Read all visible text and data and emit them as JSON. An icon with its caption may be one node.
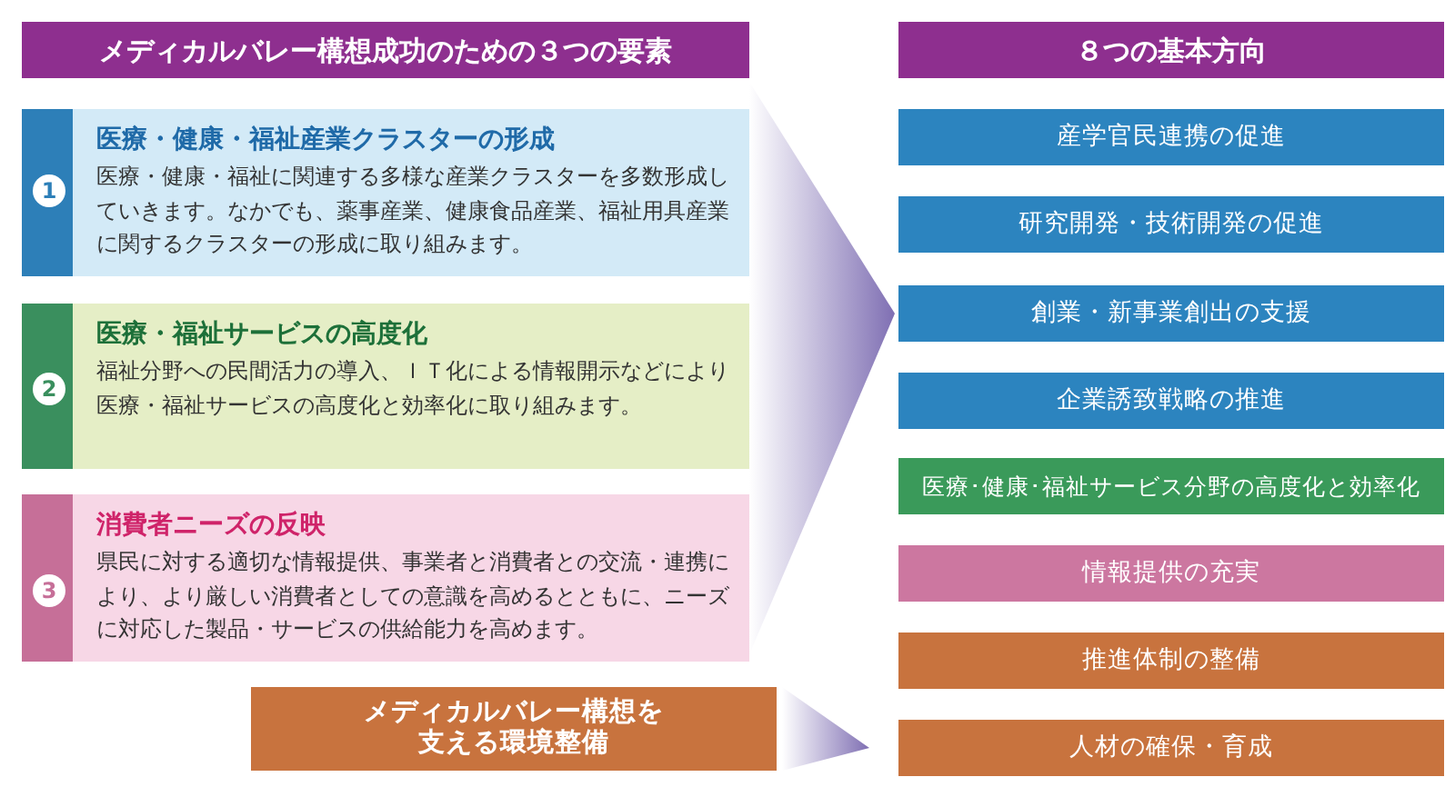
{
  "diagram": {
    "nodes": [
      {
        "text": [
          "メディカルバレー構想成功のための３つの要素"
        ]
      },
      {
        "text": [
          "医療・健康・福祉産業クラスターの形成",
          "医療・健康・福祉に関連する多様な産業クラスターを多数形成していきます。なかでも、薬事産業、健康食品産業、福祉用具産業に関するクラスターの形成に取り組みます。"
        ]
      },
      {
        "text": [
          "1"
        ],
        "in": 1
      },
      {
        "text": [
          "医療・福祉サービスの高度化",
          "福祉分野への民間活力の導入、ＩＴ化による情報開示などにより医療・福祉サービスの高度化と効率化に取り組みます。"
        ]
      },
      {
        "text": [
          "2"
        ],
        "in": 3
      },
      {
        "text": [
          "消費者ニーズの反映",
          "県民に対する適切な情報提供、事業者と消費者との交流・連携により、より厳しい消費者としての意識を高めるとともに、ニーズに対応した製品・サービスの供給能力を高めます。"
        ]
      },
      {
        "text": [
          "3"
        ],
        "in": 5
      },
      {
        "text": [
          "メディカルバレー構想を支える環境整備"
        ]
      },
      {
        "text": [
          "８つの基本方向"
        ]
      },
      {
        "text": [
          "産学官民連携の促進"
        ]
      },
      {
        "text": [
          "研究開発・技術開発の促進"
        ]
      },
      {
        "text": [
          "創業・新事業創出の支援"
        ]
      },
      {
        "text": [
          "企業誘致戦略の推進"
        ]
      },
      {
        "text": [
          "医療･健康･福祉サービス分野の高度化と効率化"
        ]
      },
      {
        "text": [
          "情報提供の充実"
        ]
      },
      {
        "text": [
          "推進体制の整備"
        ]
      },
      {
        "text": [
          "人材の確保・育成"
        ]
      }
    ],
    "edges": [
      {
        "from": null,
        "to": 11,
        "arrow": "to"
      },
      {
        "from": 7,
        "to": 16,
        "arrow": "to"
      }
    ]
  }
}
